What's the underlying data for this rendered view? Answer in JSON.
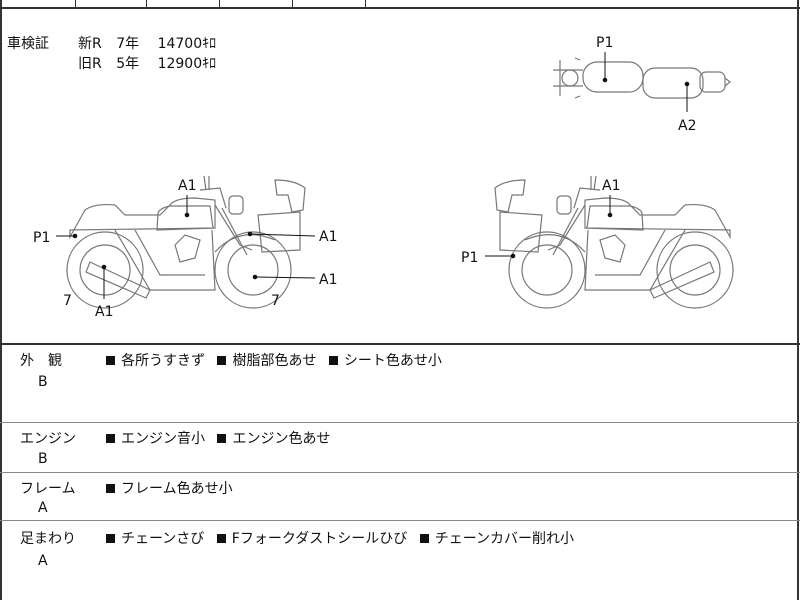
{
  "inspection": {
    "label": "車検証",
    "rows": [
      {
        "type": "新R",
        "years": "7年",
        "fee": "14700ｷﾛ"
      },
      {
        "type": "旧R",
        "years": "5年",
        "fee": "12900ｷﾛ"
      }
    ]
  },
  "diagram_marks": {
    "top_view": {
      "p1": "P1",
      "a2": "A2"
    },
    "left_view": {
      "a1_tank": "A1",
      "p1_rear": "P1",
      "a1_fork": "A1",
      "a1_front_wheel": "A1",
      "a1_muffler": "A1",
      "rear_tire": "7",
      "front_tire": "7"
    },
    "right_view": {
      "a1_tank": "A1",
      "p1_case": "P1"
    }
  },
  "sections": [
    {
      "title": "外　観",
      "grade": "B",
      "items": [
        "各所うすきず",
        "樹脂部色あせ",
        "シート色あせ小"
      ]
    },
    {
      "title": "エンジン",
      "grade": "B",
      "items": [
        "エンジン音小",
        "エンジン色あせ"
      ]
    },
    {
      "title": "フレーム",
      "grade": "A",
      "items": [
        "フレーム色あせ小"
      ]
    },
    {
      "title": "足まわり",
      "grade": "A",
      "items": [
        "チェーンさび",
        "Fフォークダストシールひび",
        "チェーンカバー削れ小"
      ]
    }
  ]
}
